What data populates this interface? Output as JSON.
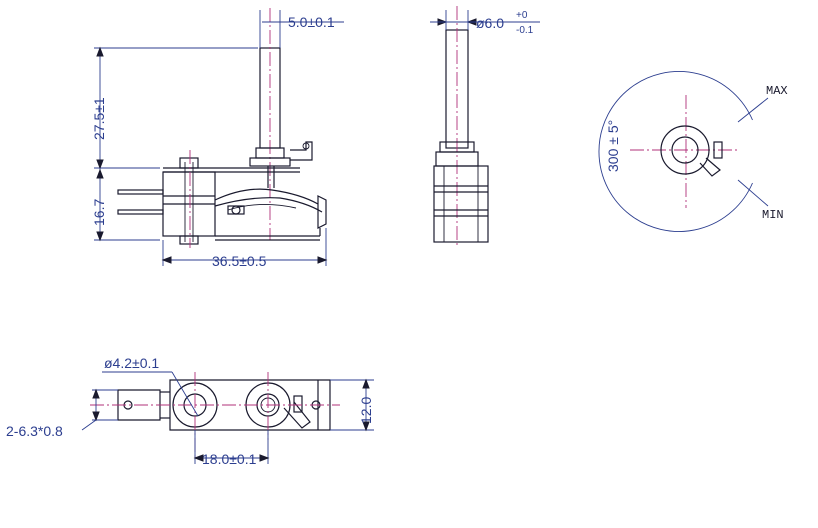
{
  "dimensions": {
    "shaft_diameter": "5.0±0.1",
    "shaft_height": "27.5±1",
    "body_height": "16.7",
    "body_length": "36.5±0.5",
    "side_shaft_diameter": "ø6.0",
    "side_tol_upper": "+0",
    "side_tol_lower": "-0.1",
    "rotation_angle": "300 ± 5°",
    "max_label": "MAX",
    "min_label": "MIN",
    "hole_diameter": "ø4.2±0.1",
    "terminal_spec": "2-6.3*0.8",
    "hole_spacing": "18.0±0.1",
    "plate_width": "12.0"
  },
  "colors": {
    "outline": "#1a1a2e",
    "dimension": "#2c3e8f",
    "centerline": "#b0307a"
  }
}
